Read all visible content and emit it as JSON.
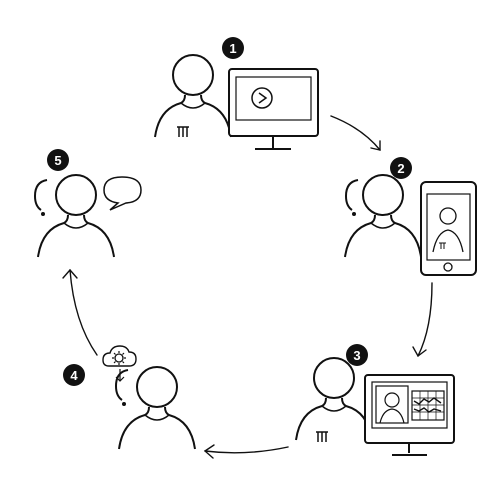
{
  "diagram": {
    "steps": [
      {
        "number": "1",
        "scene": "clinician-with-monitor-video",
        "icon": "play-icon"
      },
      {
        "number": "2",
        "scene": "hearing-aid-user-with-smartphone-video-call",
        "icon": "smartphone-icon"
      },
      {
        "number": "3",
        "scene": "clinician-with-monitor-fitting-chart",
        "icon": "monitor-icon"
      },
      {
        "number": "4",
        "scene": "hearing-aid-user-receiving-settings",
        "icon": "cloud-settings-icon"
      },
      {
        "number": "5",
        "scene": "hearing-aid-user-speaking",
        "icon": "speech-bubble-icon"
      }
    ],
    "colors": {
      "line": "#111111",
      "badge": "#111111",
      "badge_text": "#ffffff",
      "background": "#ffffff"
    }
  }
}
